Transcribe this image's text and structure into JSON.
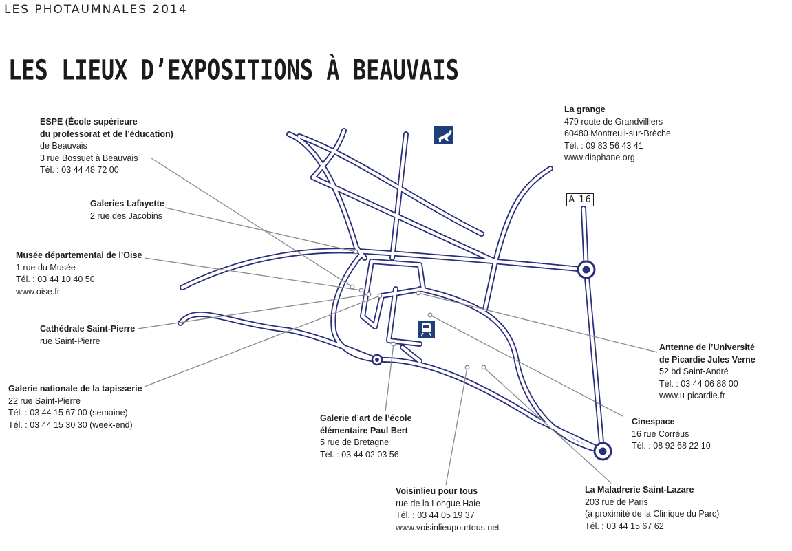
{
  "header": {
    "edition": "LES PHOTAUMNALES 2014"
  },
  "title": "LES LIEUX D’EXPOSITIONS À BEAUVAIS",
  "road_badge": "A 16",
  "icons": {
    "airport": "airplane-icon",
    "train": "train-icon",
    "roundabout": "roundabout-icon"
  },
  "colors": {
    "road": "#2b2f7a",
    "leader": "#8a8a8a",
    "text": "#1e1e1e"
  },
  "venues": [
    {
      "id": "espe",
      "name_lines": [
        "ESPE (École supérieure",
        "du professorat et de l’éducation)"
      ],
      "lines": [
        "de Beauvais",
        "3 rue Bossuet à Beauvais",
        "Tél. : 03 44 48 72 00"
      ]
    },
    {
      "id": "galeries-lafayette",
      "name_lines": [
        "Galeries Lafayette"
      ],
      "lines": [
        "2 rue des Jacobins"
      ]
    },
    {
      "id": "musee-oise",
      "name_lines": [
        "Musée départemental de l’Oise"
      ],
      "lines": [
        "1 rue du Musée",
        "Tél. : 03 44 10 40 50",
        "www.oise.fr"
      ]
    },
    {
      "id": "cathedrale",
      "name_lines": [
        "Cathédrale Saint-Pierre"
      ],
      "lines": [
        "rue Saint-Pierre"
      ]
    },
    {
      "id": "tapisserie",
      "name_lines": [
        "Galerie nationale de la tapisserie"
      ],
      "lines": [
        "22 rue Saint-Pierre",
        "Tél. : 03 44 15 67 00 (semaine)",
        "Tél. : 03 44 15 30 30 (week-end)"
      ]
    },
    {
      "id": "paul-bert",
      "name_lines": [
        "Galerie d’art de l’école",
        "élémentaire Paul Bert"
      ],
      "lines": [
        "5 rue de Bretagne",
        "Tél. : 03 44 02 03 56"
      ]
    },
    {
      "id": "voisinlieu",
      "name_lines": [
        "Voisinlieu pour tous"
      ],
      "lines": [
        "rue de la Longue Haie",
        "Tél. : 03 44 05 19 37",
        "www.voisinlieupourtous.net"
      ]
    },
    {
      "id": "maladrerie",
      "name_lines": [
        "La Maladrerie Saint-Lazare"
      ],
      "lines": [
        "203 rue de Paris",
        "(à proximité de la Clinique du Parc)",
        "Tél. : 03 44 15 67 62"
      ]
    },
    {
      "id": "cinespace",
      "name_lines": [
        "Cinespace"
      ],
      "lines": [
        "16 rue Corréus",
        "Tél. : 08 92 68 22 10"
      ]
    },
    {
      "id": "universite",
      "name_lines": [
        "Antenne de l’Université",
        "de Picardie Jules Verne"
      ],
      "lines": [
        "52 bd Saint-André",
        "Tél. : 03 44 06 88 00",
        "www.u-picardie.fr"
      ]
    },
    {
      "id": "la-grange",
      "name_lines": [
        "La grange"
      ],
      "lines": [
        "479 route de Grandvilliers",
        "60480 Montreuil-sur-Brèche",
        "Tél. : 09 83 56 43 41",
        "www.diaphane.org"
      ]
    }
  ]
}
